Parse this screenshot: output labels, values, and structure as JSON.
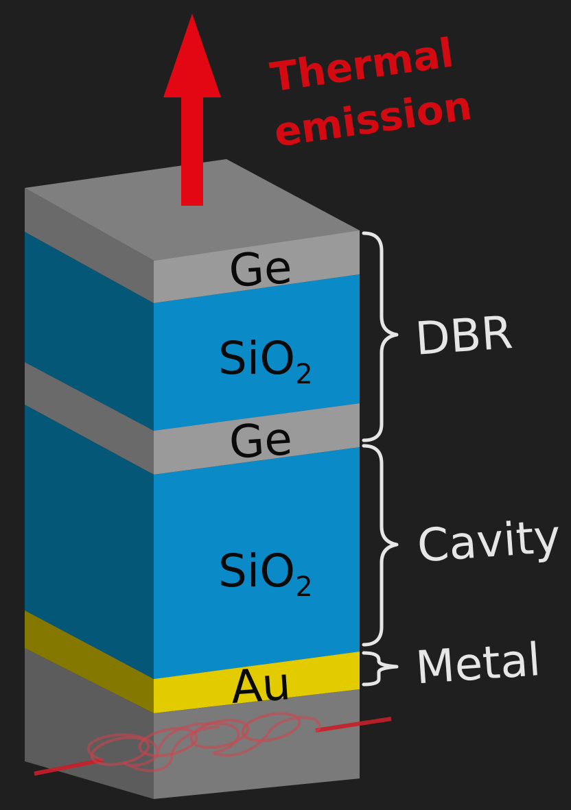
{
  "title": {
    "line1": "Thermal",
    "line2": "emission"
  },
  "layers": [
    {
      "label": "Ge",
      "sub": ""
    },
    {
      "label": "SiO",
      "sub": "2"
    },
    {
      "label": "Ge",
      "sub": ""
    },
    {
      "label": "SiO",
      "sub": "2"
    },
    {
      "label": "Au",
      "sub": ""
    }
  ],
  "groups": [
    {
      "label": "DBR"
    },
    {
      "label": "Cavity"
    },
    {
      "label": "Metal"
    }
  ],
  "colors": {
    "background": "#1f1f1f",
    "emission_arrow": "#e30613",
    "ge_front": "#9a9a9a",
    "ge_side": "#6a6a6a",
    "sio2_front": "#0b8ac8",
    "sio2_side": "#045777",
    "au_front": "#e2cc00",
    "au_side": "#857800",
    "substrate": "#7a7a7a",
    "heater": "#c8202a",
    "bracket": "#e6e6e6"
  }
}
